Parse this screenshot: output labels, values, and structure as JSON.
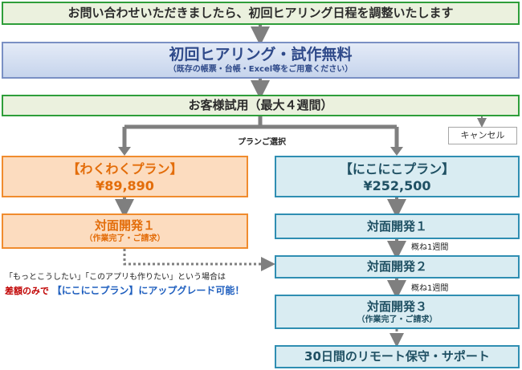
{
  "top_banner": "お問い合わせいただきましたら、初回ヒアリング日程を調整いたします",
  "hearing": {
    "title": "初回ヒアリング・試作無料",
    "subtitle": "（既存の帳票・台帳・Excel等をご用意ください）"
  },
  "trial": "お客様試用（最大４週間）",
  "cancel_label": "キャンセル",
  "plan_select_label": "プランご選択",
  "plan_waku": {
    "name": "【わくわくプラン】",
    "price": "¥89,890",
    "dev_title": "対面開発１",
    "dev_sub": "（作業完了・ご請求）"
  },
  "plan_niko": {
    "name": "【にこにこプラン】",
    "price": "¥252,500",
    "dev1": "対面開発１",
    "dev2": "対面開発２",
    "dev3_title": "対面開発３",
    "dev3_sub": "（作業完了・ご請求）",
    "interval1": "概ね1週間",
    "interval2": "概ね1週間",
    "support": "30日間のリモート保守・サポート"
  },
  "upgrade_note": {
    "line1": "「もっとこうしたい」「このアプリも作りたい」という場合は",
    "prefix": "差額のみで",
    "highlight": "【にこにこプラン】にアップグレード可能！"
  },
  "colors": {
    "green_border": "#2e9e3a",
    "orange_border": "#f08c2e",
    "teal_border": "#2f8eb2",
    "connector": "#7f7f7f",
    "upgrade_red": "#c00000",
    "upgrade_blue": "#1f5fbf"
  }
}
